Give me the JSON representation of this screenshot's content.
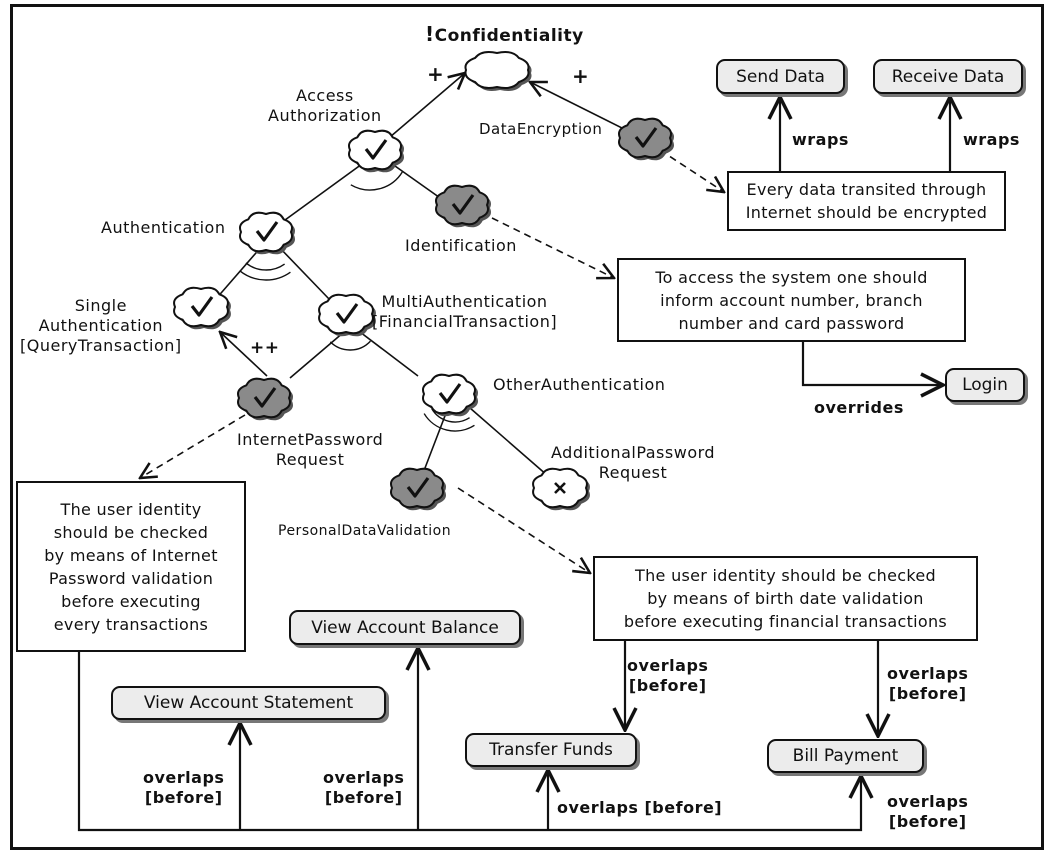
{
  "softgoals": {
    "confidentiality": "Confidentiality",
    "confidentiality_mark": "!",
    "access_authorization": "Access\nAuthorization",
    "data_encryption": "DataEncryption",
    "authentication": "Authentication",
    "identification": "Identification",
    "single_authentication": "Single\nAuthentication\n[QueryTransaction]",
    "multi_authentication": "MultiAuthentication\n[FinancialTransaction]",
    "internet_password_request": "InternetPassword\nRequest",
    "other_authentication": "OtherAuthentication",
    "additional_password_request": "AdditionalPassword\nRequest",
    "personal_data_validation": "PersonalDataValidation"
  },
  "contributions": {
    "plus": "+",
    "plus2": "+",
    "plusplus": "++"
  },
  "notes": {
    "encryption": "Every data transited through\nInternet should be encrypted",
    "access": "To access the system one should\ninform account number, branch\nnumber and card password",
    "internet_password": "The user identity\nshould be checked\nby means of Internet\nPassword validation\nbefore executing\nevery transactions",
    "birth_date": "The user identity should be checked\nby means of birth date validation\nbefore executing financial transactions"
  },
  "tasks": {
    "send_data": "Send Data",
    "receive_data": "Receive Data",
    "login": "Login",
    "view_account_balance": "View Account Balance",
    "view_account_statement": "View Account Statement",
    "transfer_funds": "Transfer Funds",
    "bill_payment": "Bill Payment"
  },
  "relations": {
    "wraps_send": "wraps",
    "wraps_receive": "wraps",
    "overrides": "overrides",
    "overlaps_transfer": "overlaps\n[before]",
    "overlaps_bill": "overlaps\n[before]",
    "overlaps_statement": "overlaps\n[before]",
    "overlaps_balance": "overlaps\n[before]",
    "overlaps_transfer_bottom": "overlaps [before]",
    "overlaps_bill_bottom": "overlaps\n[before]"
  },
  "colors": {
    "satisfied_fill": "#ffffff",
    "operationalized_fill": "#8a8a8a",
    "line": "#111111"
  }
}
